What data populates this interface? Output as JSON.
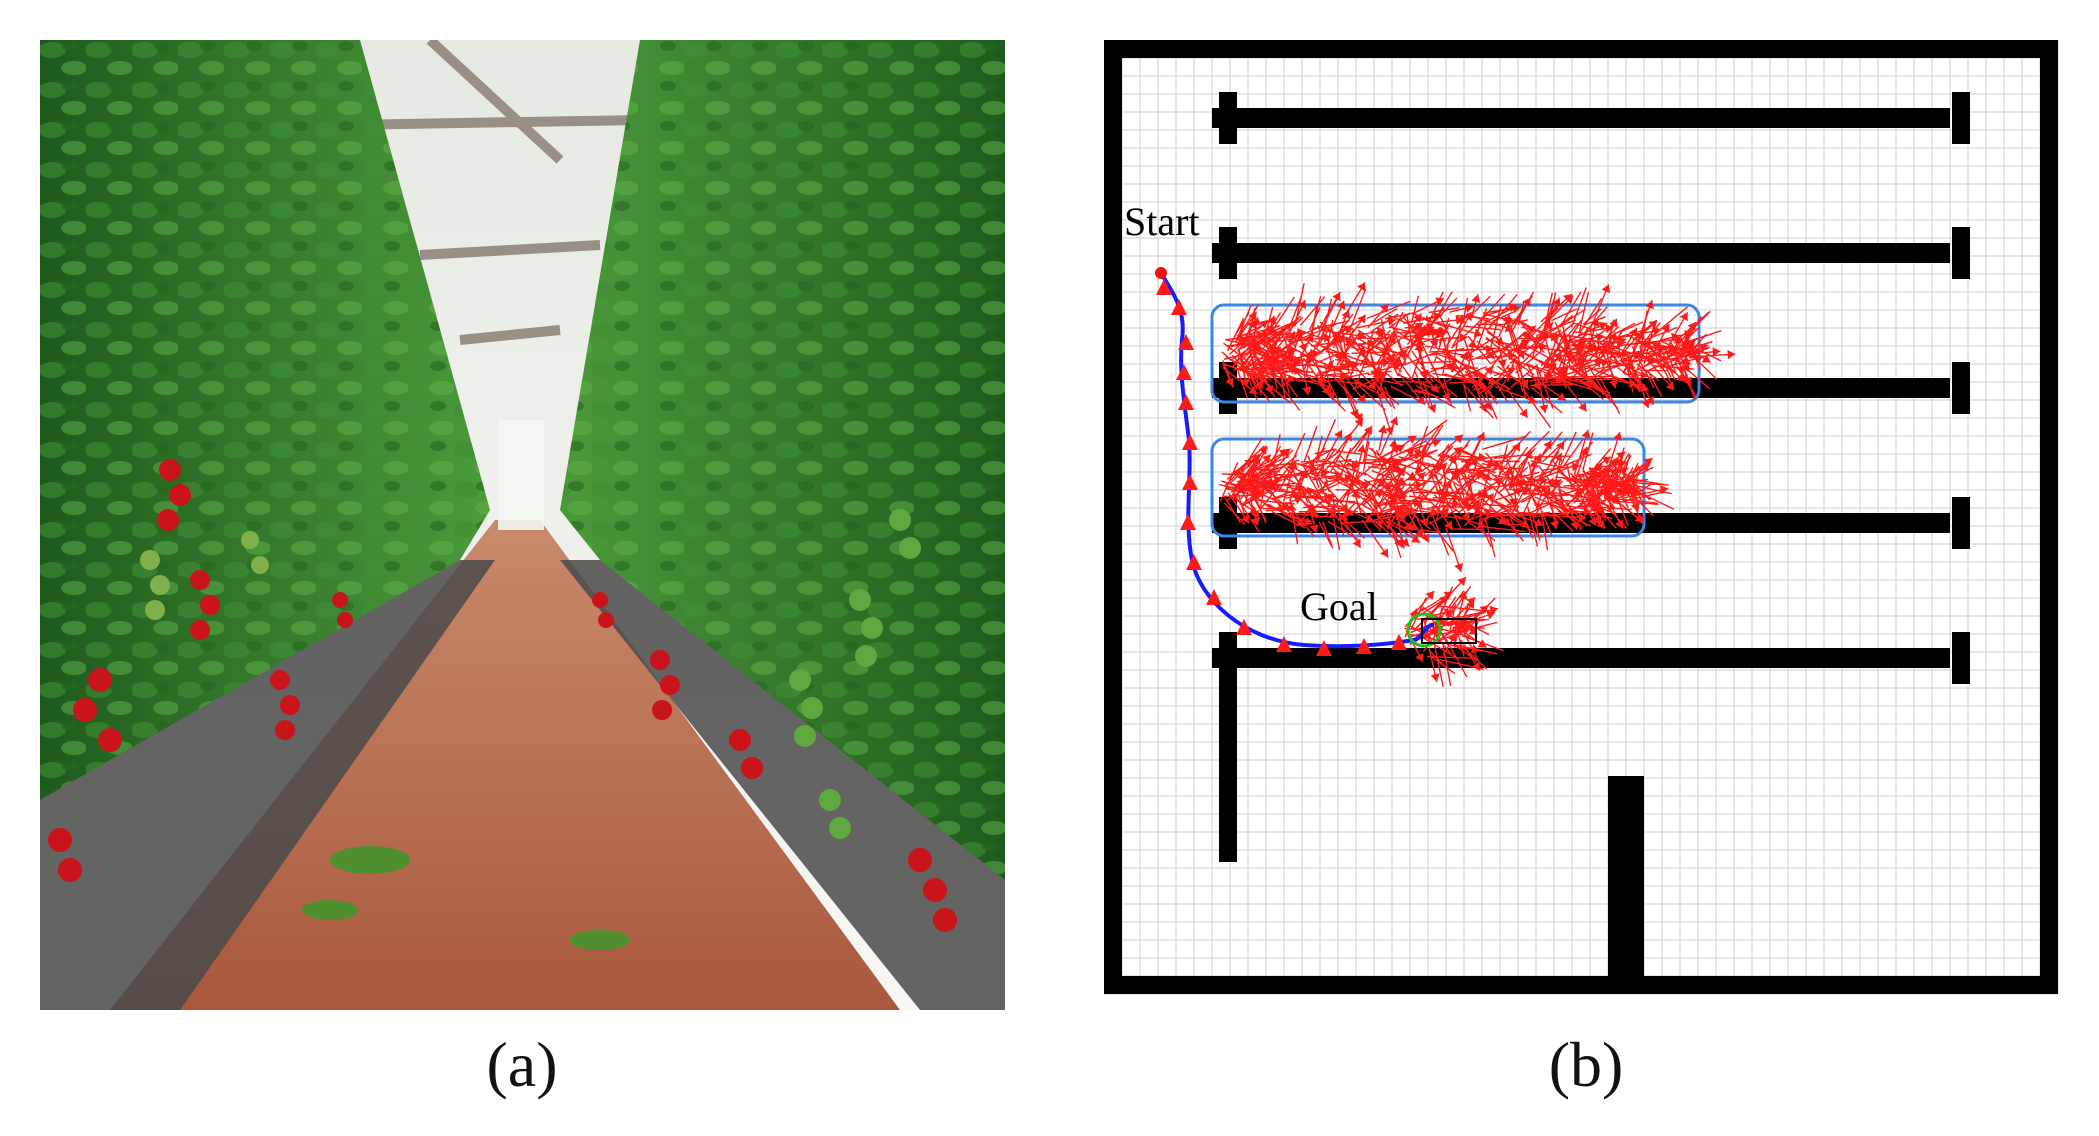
{
  "panels": {
    "a": {
      "caption": "(a)"
    },
    "b": {
      "caption": "(b)",
      "start_label": "Start",
      "goal_label": "Goal"
    }
  },
  "colors": {
    "wall": "#000000",
    "grid": "#cfcfcf",
    "path": "#1a1aff",
    "arrows": "#ff1a1a",
    "highlight_box": "#3b86e6",
    "goal_marker": "#22bb22",
    "soil": "#b9694a",
    "foliage": "#2f7a2a",
    "tomato_red": "#c8141a"
  },
  "icons": [
    "start-point-icon",
    "goal-circle-icon",
    "robot-footprint-icon"
  ]
}
